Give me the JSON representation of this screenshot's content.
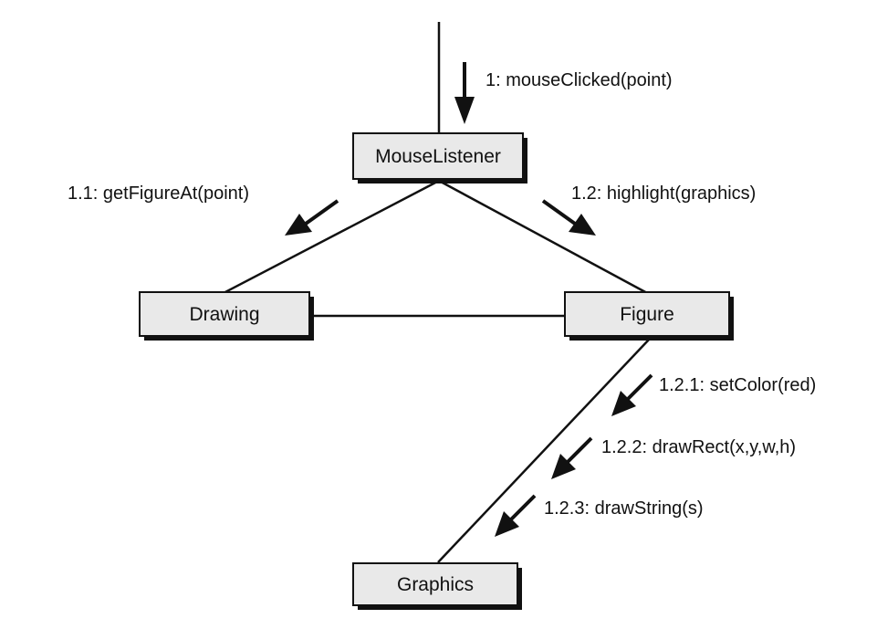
{
  "nodes": {
    "mouse_listener": "MouseListener",
    "drawing": "Drawing",
    "figure": "Figure",
    "graphics": "Graphics"
  },
  "messages": {
    "m1": "1: mouseClicked(point)",
    "m1_1": "1.1: getFigureAt(point)",
    "m1_2": "1.2: highlight(graphics)",
    "m1_2_1": "1.2.1: setColor(red)",
    "m1_2_2": "1.2.2: drawRect(x,y,w,h)",
    "m1_2_3": "1.2.3: drawString(s)"
  },
  "colors": {
    "box_fill": "#e9e9e9",
    "ink": "#111111",
    "background": "#ffffff"
  }
}
